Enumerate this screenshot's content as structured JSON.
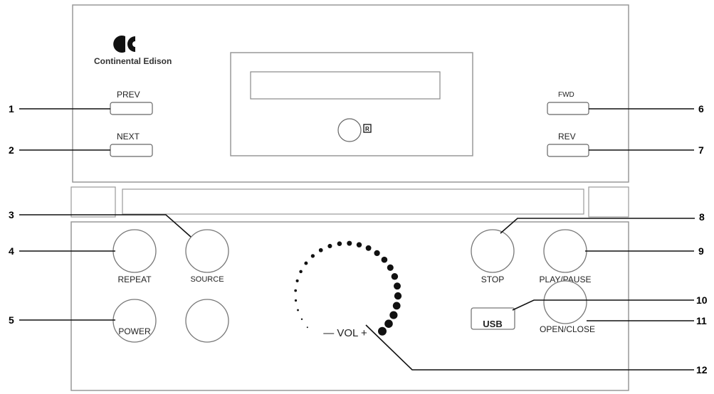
{
  "brand": {
    "logo_mark": "ce-logo",
    "name": "Continental Edison"
  },
  "front_buttons": {
    "prev": "PREV",
    "next": "NEXT",
    "fwd": "FWD",
    "rev": "REV"
  },
  "ir_sensor": {
    "glyph": "R"
  },
  "lower_panel": {
    "repeat": "REPEAT",
    "source": "SOURCE",
    "power": "POWER",
    "stop": "STOP",
    "play_pause": "PLAY/PAUSE",
    "usb": "USB",
    "open_close": "OPEN/CLOSE",
    "volume": "— VOL +"
  },
  "callouts": {
    "n1": "1",
    "n2": "2",
    "n3": "3",
    "n4": "4",
    "n5": "5",
    "n6": "6",
    "n7": "7",
    "n8": "8",
    "n9": "9",
    "n10": "10",
    "n11": "11",
    "n12": "12"
  }
}
